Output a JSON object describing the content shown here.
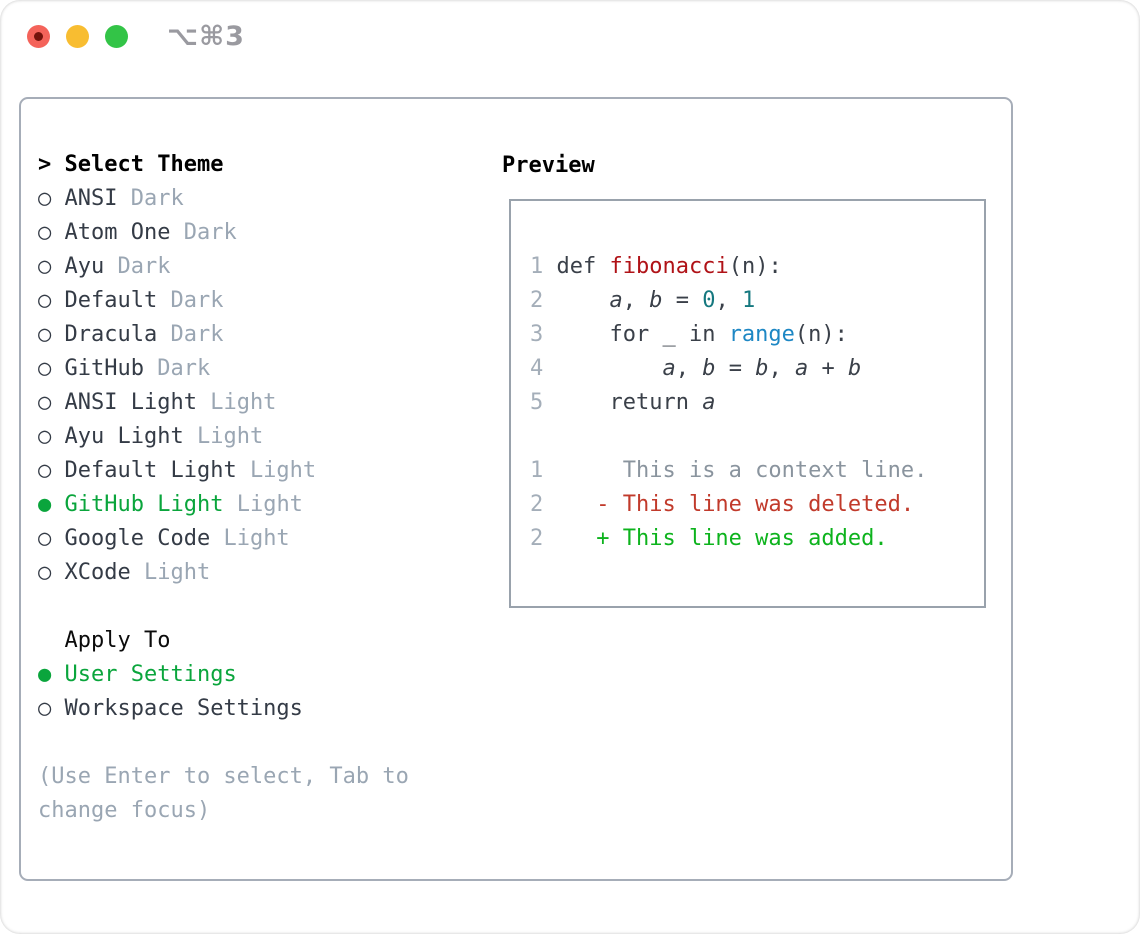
{
  "window": {
    "title": "⌥⌘3",
    "traffic_lights": {
      "close_color": "#f4635a",
      "minimize_color": "#f8bd31",
      "zoom_color": "#33c447"
    }
  },
  "colors": {
    "accent_green": "#0aa53c",
    "muted_gray": "#9aa6b3",
    "text_dark": "#343b46",
    "panel_border": "#a6adb8",
    "preview_border": "#99a2ac",
    "line_number": "#a4aeb9",
    "func_red": "#b01217",
    "number_teal": "#15787f",
    "builtin_blue": "#1d87c4",
    "diff_deleted_red": "#c13a2b",
    "diff_added_green": "#0db31d"
  },
  "theme_picker": {
    "header_prefix": ">",
    "header_label": "Select Theme",
    "radio_unselected_glyph": "○",
    "radio_selected_glyph": "●",
    "items": [
      {
        "name": "ANSI",
        "variant": "Dark",
        "selected": false
      },
      {
        "name": "Atom One",
        "variant": "Dark",
        "selected": false
      },
      {
        "name": "Ayu",
        "variant": "Dark",
        "selected": false
      },
      {
        "name": "Default",
        "variant": "Dark",
        "selected": false
      },
      {
        "name": "Dracula",
        "variant": "Dark",
        "selected": false
      },
      {
        "name": "GitHub",
        "variant": "Dark",
        "selected": false
      },
      {
        "name": "ANSI Light",
        "variant": "Light",
        "selected": false
      },
      {
        "name": "Ayu Light",
        "variant": "Light",
        "selected": false
      },
      {
        "name": "Default Light",
        "variant": "Light",
        "selected": false
      },
      {
        "name": "GitHub Light",
        "variant": "Light",
        "selected": true
      },
      {
        "name": "Google Code",
        "variant": "Light",
        "selected": false
      },
      {
        "name": "XCode",
        "variant": "Light",
        "selected": false
      }
    ],
    "apply_to_label": "Apply To",
    "apply_options": [
      {
        "label": "User Settings",
        "selected": true
      },
      {
        "label": "Workspace Settings",
        "selected": false
      }
    ],
    "hint_lines": {
      "0": "(Use Enter to select, Tab to",
      "1": "change focus)"
    }
  },
  "preview": {
    "title": "Preview",
    "code_lines": [
      {
        "number": "1",
        "tokens": [
          {
            "text": "def ",
            "type": "plain"
          },
          {
            "text": "fibonacci",
            "type": "func"
          },
          {
            "text": "(n):",
            "type": "plain"
          }
        ]
      },
      {
        "number": "2",
        "tokens": [
          {
            "text": "    ",
            "type": "plain"
          },
          {
            "text": "a",
            "type": "var"
          },
          {
            "text": ", ",
            "type": "plain"
          },
          {
            "text": "b",
            "type": "var"
          },
          {
            "text": " = ",
            "type": "plain"
          },
          {
            "text": "0",
            "type": "num"
          },
          {
            "text": ", ",
            "type": "plain"
          },
          {
            "text": "1",
            "type": "num"
          }
        ]
      },
      {
        "number": "3",
        "tokens": [
          {
            "text": "    for _ in ",
            "type": "plain"
          },
          {
            "text": "range",
            "type": "builtin"
          },
          {
            "text": "(n):",
            "type": "plain"
          }
        ]
      },
      {
        "number": "4",
        "tokens": [
          {
            "text": "        ",
            "type": "plain"
          },
          {
            "text": "a",
            "type": "var"
          },
          {
            "text": ", ",
            "type": "plain"
          },
          {
            "text": "b",
            "type": "var"
          },
          {
            "text": " = ",
            "type": "plain"
          },
          {
            "text": "b",
            "type": "var"
          },
          {
            "text": ", ",
            "type": "plain"
          },
          {
            "text": "a",
            "type": "var"
          },
          {
            "text": " + ",
            "type": "plain"
          },
          {
            "text": "b",
            "type": "var"
          }
        ]
      },
      {
        "number": "5",
        "tokens": [
          {
            "text": "    return ",
            "type": "plain"
          },
          {
            "text": "a",
            "type": "var"
          }
        ]
      }
    ],
    "diff_lines": [
      {
        "number": "1",
        "text": "      This is a context line.",
        "type": "context"
      },
      {
        "number": "2",
        "text": "    - This line was deleted.",
        "type": "deleted"
      },
      {
        "number": "2",
        "text": "    + This line was added.",
        "type": "added"
      }
    ]
  }
}
